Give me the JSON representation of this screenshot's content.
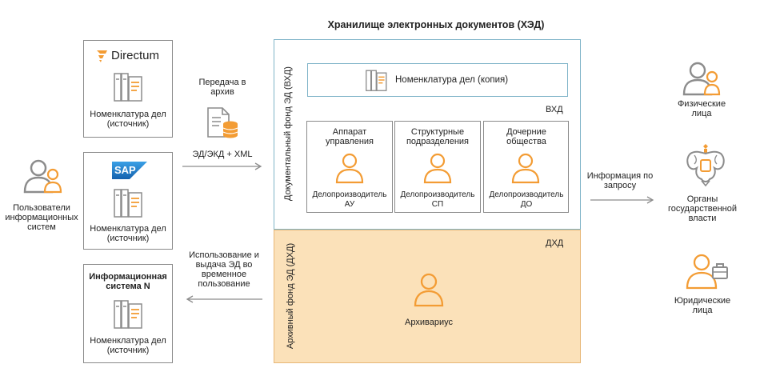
{
  "title": "Хранилище электронных документов (ХЭД)",
  "users_left": "Пользователи информационных систем",
  "sources": [
    {
      "brand": "Directum",
      "caption": "Номенклатура дел (источник)"
    },
    {
      "brand": "SAP",
      "caption": "Номенклатура дел (источник)"
    },
    {
      "brand": "Информационная система N",
      "caption": "Номенклатура дел (источник)"
    }
  ],
  "transfer": {
    "label": "Передача в архив",
    "format": "ЭД/ЭКД + XML"
  },
  "usage": {
    "label": "Использование и выдача ЭД во временное пользование"
  },
  "vhd": {
    "side_label": "Документальный фонд ЭД (ВХД)",
    "nomenclature": "Номенклатура дел (копия)",
    "tag": "ВХД",
    "units": [
      {
        "title": "Аппарат управления",
        "role": "Делопроизводитель АУ"
      },
      {
        "title": "Структурные подразделения",
        "role": "Делопроизводитель СП"
      },
      {
        "title": "Дочерние общества",
        "role": "Делопроизводитель ДО"
      }
    ]
  },
  "dhd": {
    "side_label": "Архивный фонд ЭД (ДХД)",
    "tag": "ДХД",
    "role": "Архивариус"
  },
  "request": {
    "label": "Информация по запросу"
  },
  "recipients": [
    {
      "label": "Физические лица"
    },
    {
      "label": "Органы государственной власти"
    },
    {
      "label": "Юридические лица"
    }
  ],
  "colors": {
    "accent": "#f39c34",
    "border_blue": "#7fb3c8",
    "dhd_fill": "#fbe1b9",
    "gray_icon": "#8c8c8c",
    "sap_blue": "#1f6fb6"
  }
}
